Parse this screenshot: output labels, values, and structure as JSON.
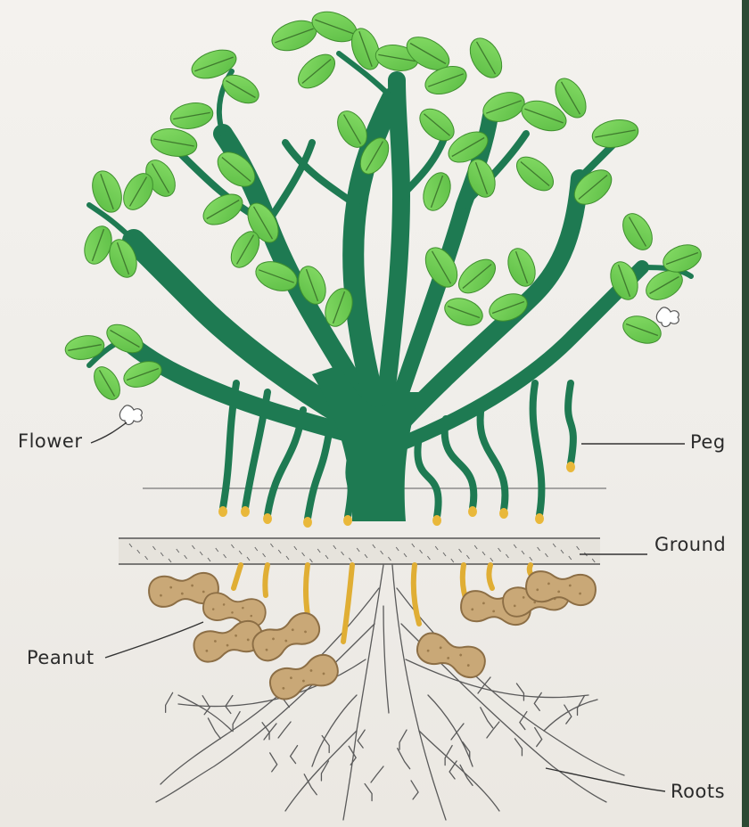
{
  "diagram": {
    "labels": {
      "flower": "Flower",
      "peg": "Peg",
      "ground": "Ground",
      "peanut": "Peanut",
      "roots": "Roots"
    },
    "colors": {
      "paper": "#efede9",
      "stem": "#1e7a52",
      "stem_dark": "#17603f",
      "leaf": "#6fcf55",
      "leaf_vein": "#3f7a2e",
      "peg_tip": "#e9b83a",
      "peanut": "#c9a877",
      "peanut_outline": "#8c6e45",
      "roots": "#5a5a5a",
      "ground_line": "#555555"
    }
  }
}
